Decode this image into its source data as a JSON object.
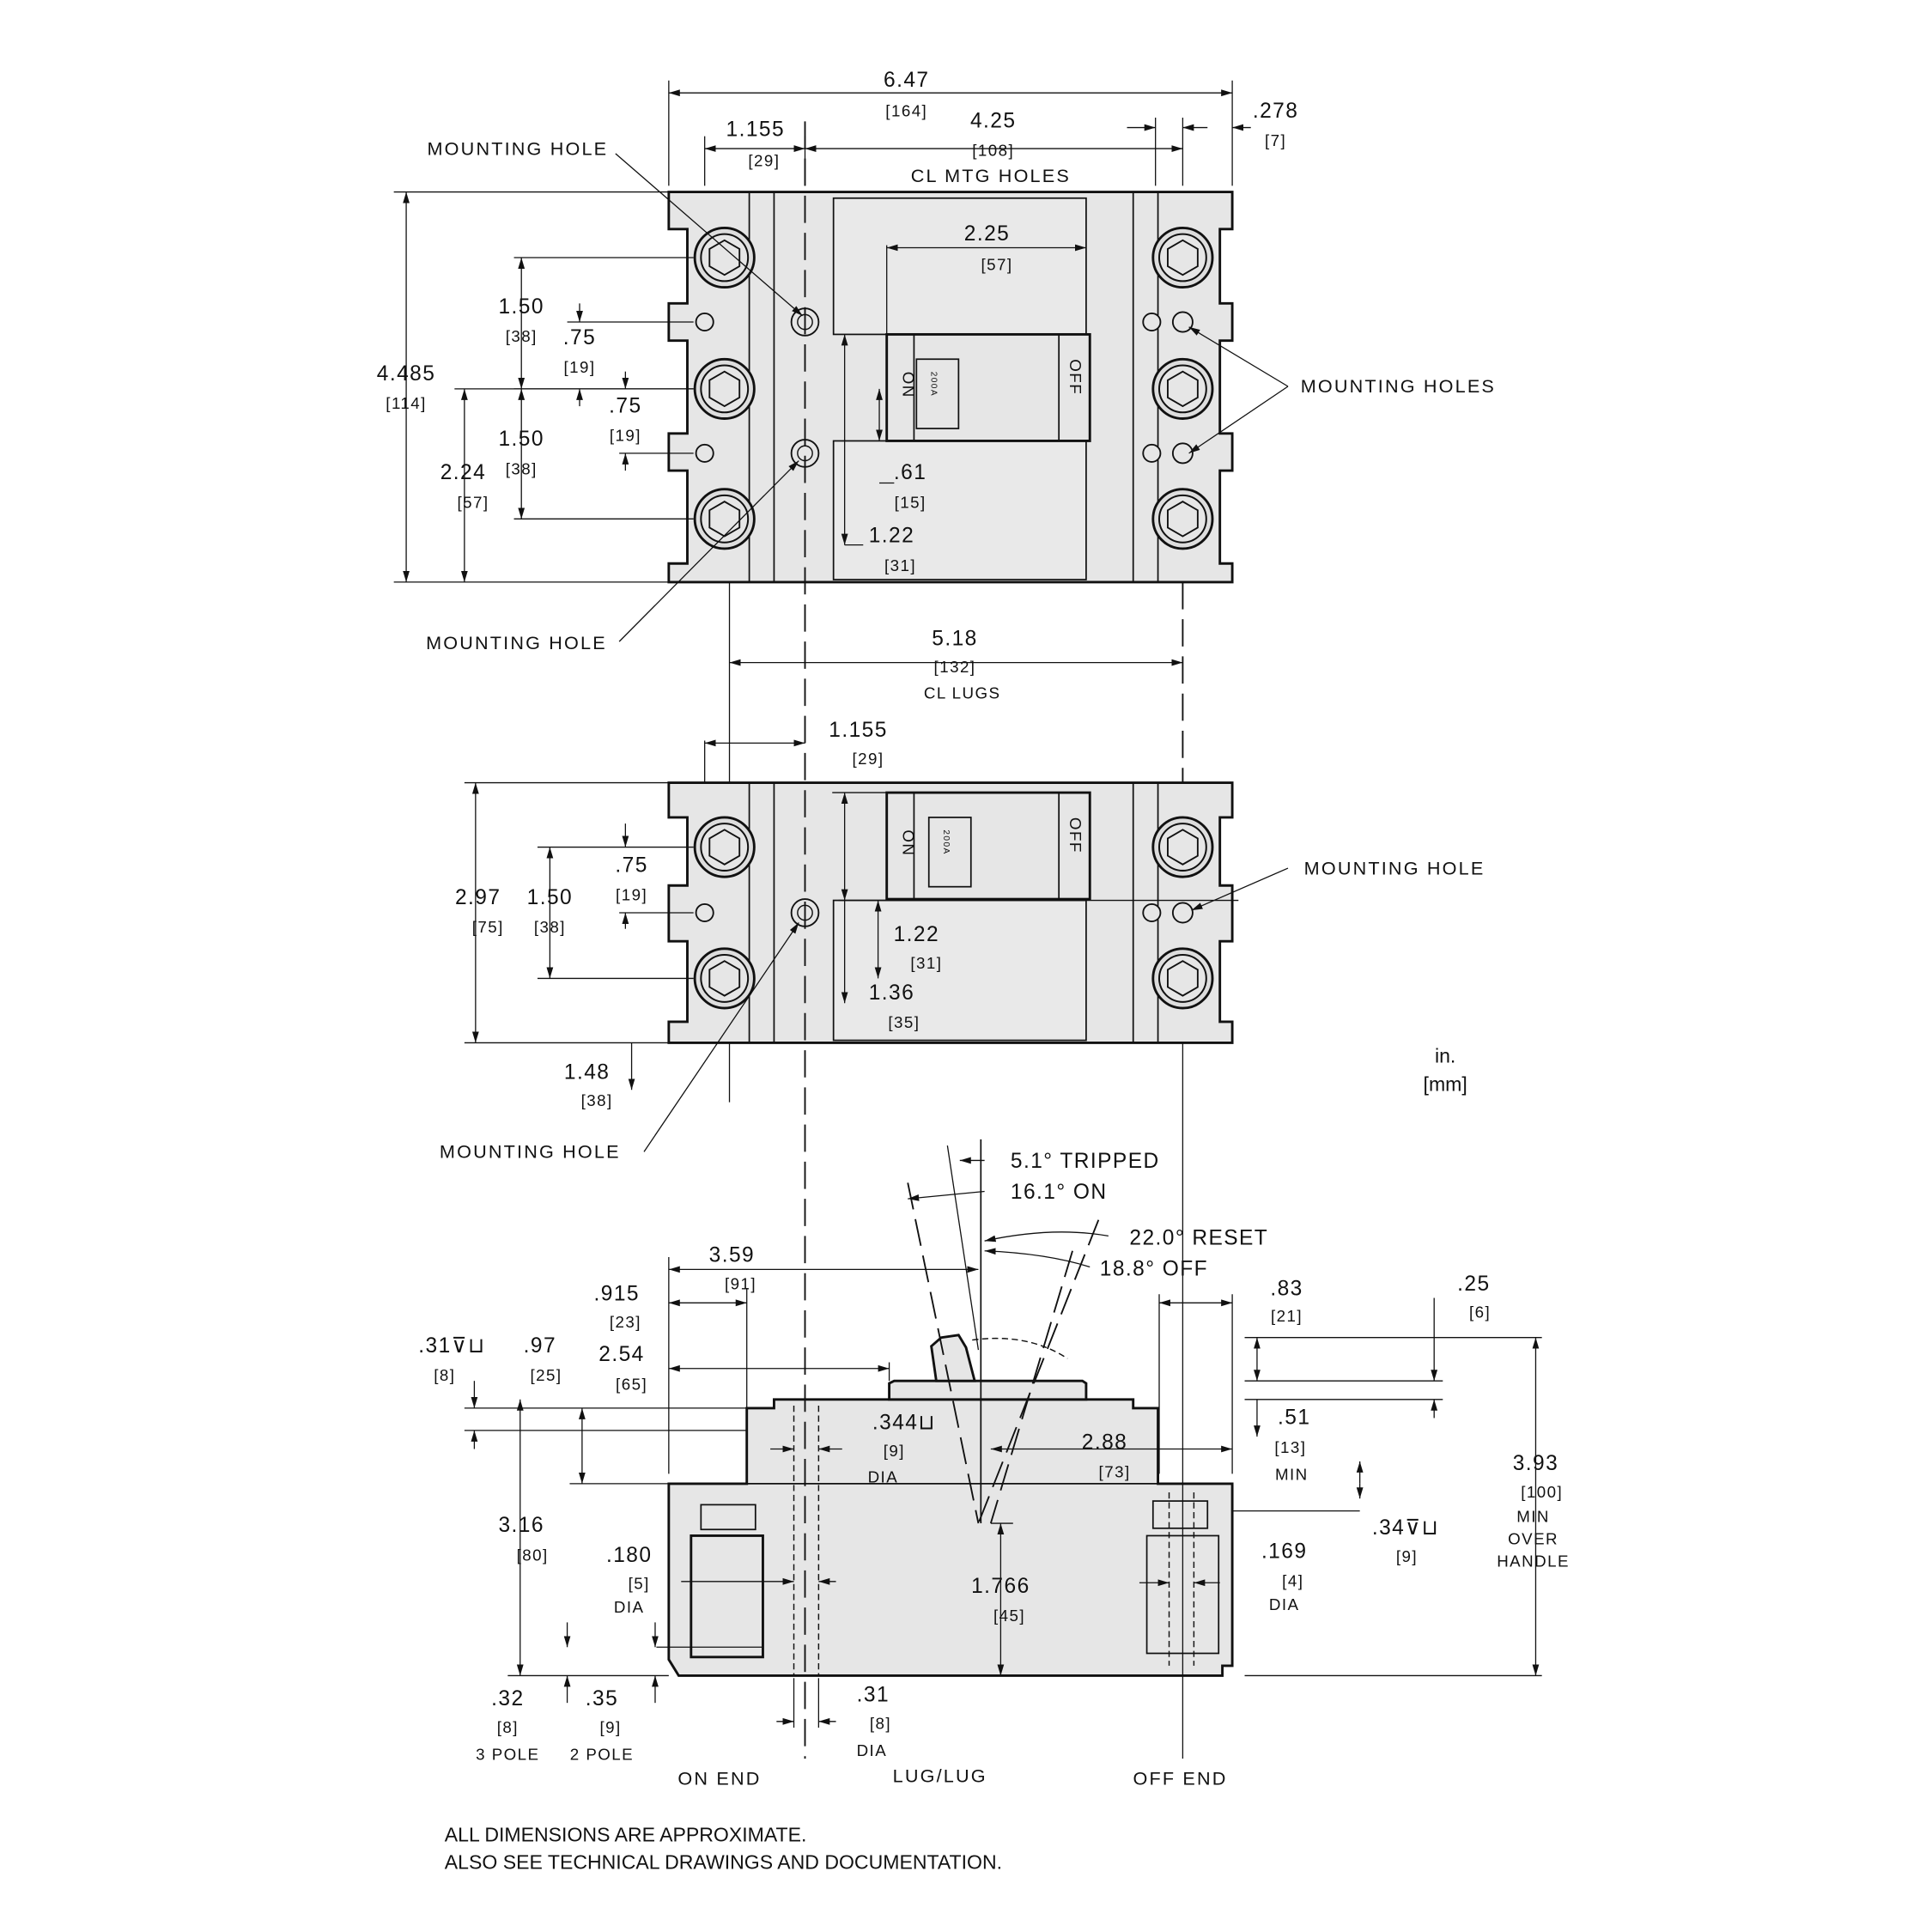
{
  "top_view": {
    "overall_width": "6.47",
    "overall_width_mm": "[164]",
    "lug_to_hole": "1.155",
    "lug_to_hole_mm": "[29]",
    "mtg_holes": "4.25",
    "mtg_holes_mm": "[108]",
    "mtg_holes_note": "CL  MTG  HOLES",
    "edge": ".278",
    "edge_mm": "[7]",
    "handle_width": "2.25",
    "handle_width_mm": "[57]",
    "pitch1": "1.50",
    "pitch1_mm": "[38]",
    "hole_off1": ".75",
    "hole_off1_mm": "[19]",
    "height": "4.485",
    "height_mm": "[114]",
    "hole_off2": ".75",
    "hole_off2_mm": "[19]",
    "pitch2": "1.50",
    "pitch2_mm": "[38]",
    "half_height": "2.24",
    "half_height_mm": "[57]",
    "handle_off": ".61",
    "handle_off_mm": "[15]",
    "window": "1.22",
    "window_mm": "[31]",
    "lugs": "5.18",
    "lugs_mm": "[132]",
    "lugs_note": "CL  LUGS",
    "mounting_hole_top": "MOUNTING  HOLE",
    "mounting_hole_bottom": "MOUNTING  HOLE",
    "mounting_holes_right": "MOUNTING  HOLES"
  },
  "middle_view": {
    "lug_to_hole": "1.155",
    "lug_to_hole_mm": "[29]",
    "hole_off": ".75",
    "hole_off_mm": "[19]",
    "height": "2.97",
    "height_mm": "[75]",
    "pitch": "1.50",
    "pitch_mm": "[38]",
    "window": "1.22",
    "window_mm": "[31]",
    "label": "1.36",
    "label_mm": "[35]",
    "bottom": "1.48",
    "bottom_mm": "[38]",
    "mounting_hole_right": "MOUNTING  HOLE",
    "mounting_hole_left": "MOUNTING  HOLE"
  },
  "units": {
    "inch": "in.",
    "mm": "[mm]"
  },
  "breaker_face": {
    "on": "ON",
    "off": "OFF",
    "rating": "200A"
  },
  "side_view": {
    "tripped": "5.1°  TRIPPED",
    "on": "16.1°  ON",
    "reset": "22.0°  RESET",
    "off": "18.8°  OFF",
    "d359": "3.59",
    "d359_mm": "[91]",
    "d915": ".915",
    "d915_mm": "[23]",
    "d83": ".83",
    "d83_mm": "[21]",
    "d25": ".25",
    "d25_mm": "[6]",
    "d31": ".31⊽⊔",
    "d31_mm": "[8]",
    "d97": ".97",
    "d97_mm": "[25]",
    "d254": "2.54",
    "d254_mm": "[65]",
    "d344": ".344⊔",
    "d344_mm": "[9]",
    "d344_note": "DIA",
    "d51": ".51",
    "d51_mm": "[13]",
    "d51_note": "MIN",
    "d288": "2.88",
    "d288_mm": "[73]",
    "d393": "3.93",
    "d393_mm": "[100]",
    "d393_note1": "MIN",
    "d393_note2": "OVER",
    "d393_note3": "HANDLE",
    "d34": ".34⊽⊔",
    "d34_mm": "[9]",
    "d316": "3.16",
    "d316_mm": "[80]",
    "d180": ".180",
    "d180_mm": "[5]",
    "d180_note": "DIA",
    "d169": ".169",
    "d169_mm": "[4]",
    "d169_note": "DIA",
    "d1766": "1.766",
    "d1766_mm": "[45]",
    "d32": ".32",
    "d32_mm": "[8]",
    "d32_note": "3  POLE",
    "d35": ".35",
    "d35_mm": "[9]",
    "d35_note": "2  POLE",
    "d31b": ".31",
    "d31b_mm": "[8]",
    "d31b_note": "DIA",
    "on_end": "ON  END",
    "lug_lug": "LUG/LUG",
    "off_end": "OFF  END"
  },
  "notes": [
    "ALL DIMENSIONS ARE APPROXIMATE.",
    "ALSO SEE TECHNICAL DRAWINGS AND DOCUMENTATION."
  ]
}
